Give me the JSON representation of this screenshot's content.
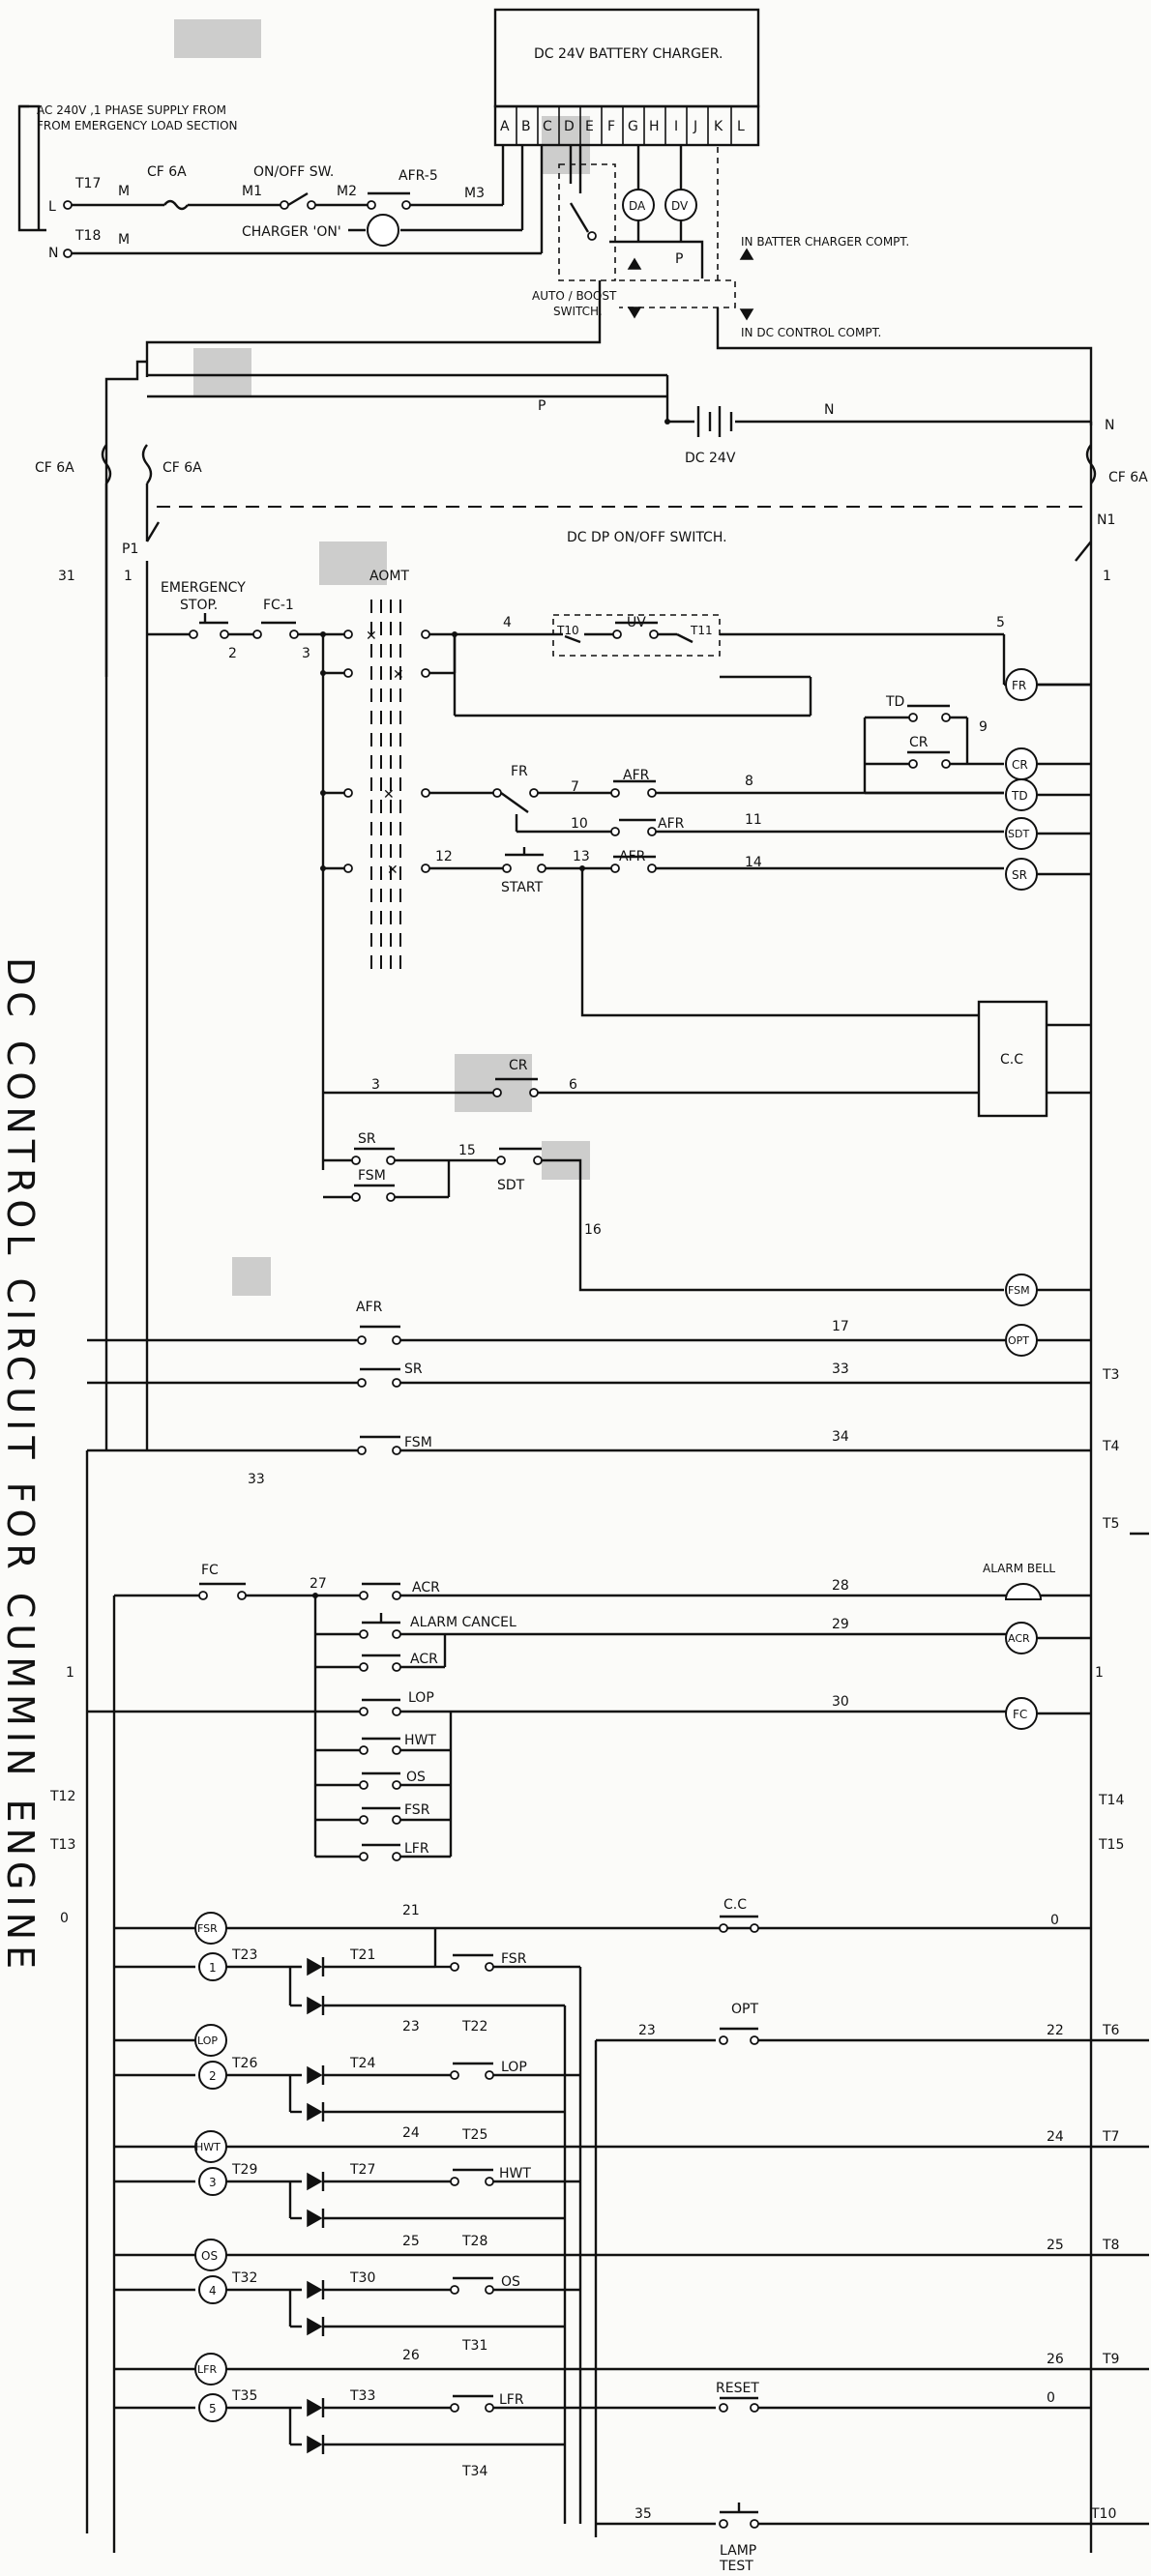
{
  "title": "DC CONTROL CIRCUIT FOR CUMMIN ENGINE",
  "charger": {
    "title": "DC 24V BATTERY CHARGER.",
    "terminals": [
      "A",
      "B",
      "C",
      "D",
      "E",
      "F",
      "G",
      "H",
      "I",
      "J",
      "K",
      "L"
    ],
    "supply_line1": "AC 240V ,1 PHASE SUPPLY FROM",
    "supply_line2": "FROM EMERGENCY LOAD SECTION",
    "t17": "T17",
    "t18": "T18",
    "l": "L",
    "n": "N",
    "m1_top": "M",
    "m2": "M",
    "cf6a": "CF 6A",
    "m1": "M1",
    "onoff": "ON/OFF SW.",
    "m2b": "M2",
    "afr5": "AFR-5",
    "m3": "M3",
    "charger_on": "CHARGER 'ON'",
    "da": "DA",
    "dv": "DV",
    "p": "P",
    "auto_boost_1": "AUTO / BOOST",
    "auto_boost_2": "SWITCH.",
    "in_charger": "IN BATTER CHARGER COMPT.",
    "in_dc": "IN DC CONTROL COMPT."
  },
  "supply": {
    "p": "P",
    "n": "N",
    "dc24v": "DC 24V",
    "n_right": "N",
    "cf6a_left": "CF 6A",
    "cf6a_mid": "CF 6A",
    "cf6a_right": "CF 6A",
    "p1": "P1",
    "n1": "N1",
    "dp_switch": "DC DP ON/OFF SWITCH.",
    "w31": "31",
    "w1_left": "1",
    "w1_right": "1"
  },
  "labels": {
    "emergency": "EMERGENCY",
    "stop": "STOP.",
    "fc1": "FC-1",
    "aomt": "AOMT",
    "n2": "2",
    "n3": "3",
    "n4": "4",
    "t10": "T10",
    "uv": "UV",
    "t11": "T11",
    "n5": "5",
    "td": "TD",
    "n9": "9",
    "cr": "CR",
    "fr": "FR",
    "n7": "7",
    "afr": "AFR",
    "n8": "8",
    "n10": "10",
    "afr2": "AFR",
    "n11": "11",
    "n12": "12",
    "n13": "13",
    "afr3": "AFR",
    "n14": "14",
    "start": "START",
    "cc": "C.C",
    "cr2": "CR",
    "n3b": "3",
    "n6": "6",
    "sr": "SR",
    "fsm": "FSM",
    "n15": "15",
    "sdt": "SDT",
    "n16": "16",
    "afr4": "AFR",
    "n17": "17",
    "sr2": "SR",
    "n33": "33",
    "fsm2": "FSM",
    "n34": "34",
    "n33b": "33",
    "t3": "T3",
    "t4": "T4",
    "t5": "T5",
    "fc": "FC",
    "n27": "27",
    "acr": "ACR",
    "n28": "28",
    "alarm_bell": "ALARM BELL",
    "alarm_cancel": "ALARM CANCEL",
    "n29": "29",
    "acr2": "ACR",
    "w1a": "1",
    "w1b": "1",
    "lop": "LOP",
    "n30": "30",
    "hwt": "HWT",
    "os": "OS",
    "fsr": "FSR",
    "lfr": "LFR",
    "t12": "T12",
    "t13": "T13",
    "t14": "T14",
    "t15": "T15",
    "n0a": "0",
    "n21": "21",
    "cc2": "C.C",
    "n0b": "0",
    "t23": "T23",
    "t21": "T21",
    "fsr2": "FSR",
    "n23": "23",
    "t22": "T22",
    "n23b": "23",
    "opt": "OPT",
    "n22": "22",
    "t6": "T6",
    "t26": "T26",
    "t24": "T24",
    "lop2": "LOP",
    "t25": "T25",
    "n24": "24",
    "n24b": "24",
    "t7": "T7",
    "t29": "T29",
    "t27": "T27",
    "hwt2": "HWT",
    "t28": "T28",
    "n25": "25",
    "n25b": "25",
    "t8": "T8",
    "t32": "T32",
    "t30": "T30",
    "os2": "OS",
    "t31": "T31",
    "n26": "26",
    "n26b": "26",
    "t9": "T9",
    "t35": "T35",
    "t33": "T33",
    "lfr2": "LFR",
    "reset": "RESET",
    "n0c": "0",
    "t34": "T34",
    "n35": "35",
    "t10b": "T10",
    "lamp": "LAMP",
    "test": "TEST"
  },
  "coils": {
    "fr": "FR",
    "cr": "CR",
    "td": "TD",
    "sdt": "SDT",
    "sr": "SR",
    "fsm": "FSM",
    "opt": "OPT",
    "acr": "ACR",
    "fc": "FC",
    "fsr": "FSR",
    "lop": "LOP",
    "hwt": "HWT",
    "os": "OS",
    "lfr": "LFR",
    "s1": "1",
    "s2": "2",
    "s3": "3",
    "s4": "4",
    "s5": "5"
  }
}
